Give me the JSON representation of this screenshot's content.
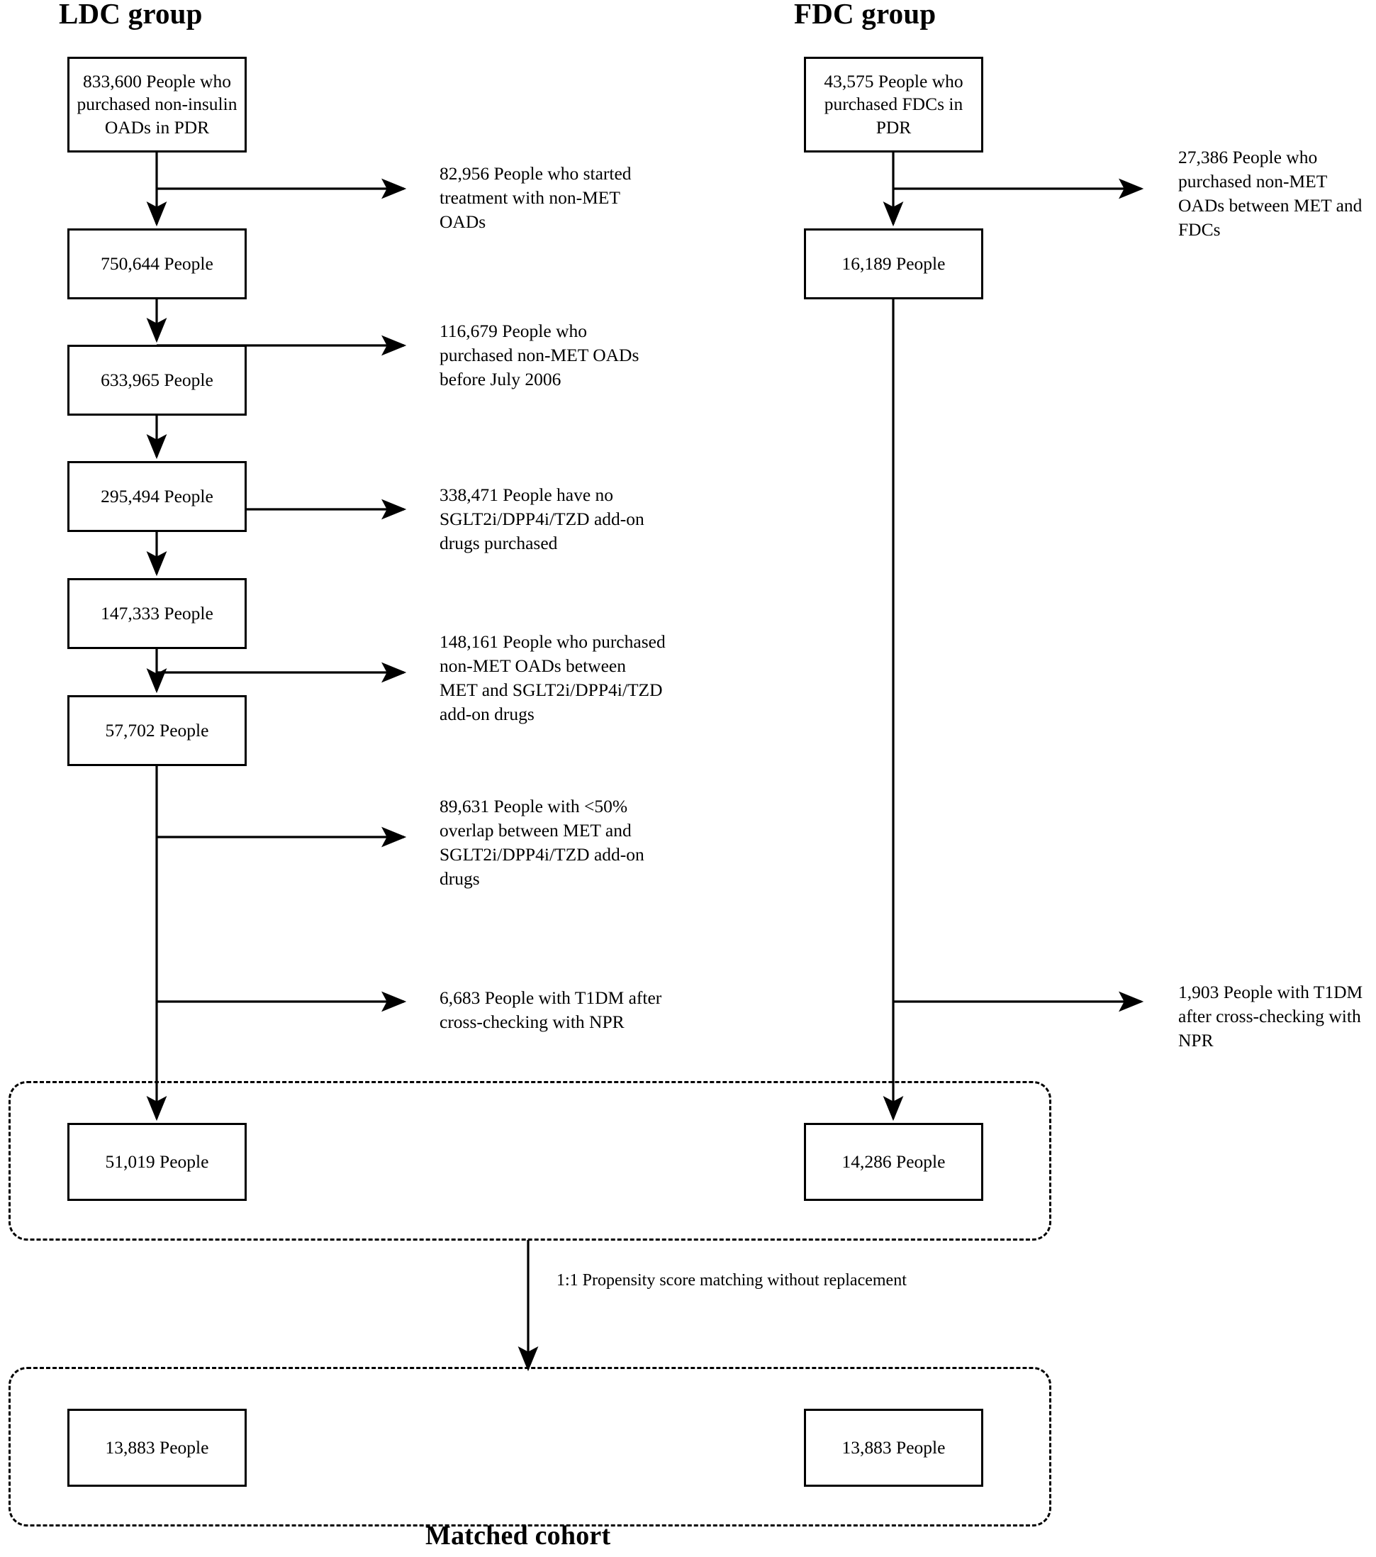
{
  "figure": {
    "type": "flowchart",
    "orientation": "two-column-parallel-cohort-flow"
  },
  "columns": {
    "left": {
      "header": "LDC group"
    },
    "right": {
      "header": "FDC group"
    }
  },
  "left_column": {
    "nodes": [
      {
        "id": "ldc-n1",
        "text": "833,600 People who purchased non-insulin OADs in PDR",
        "count": "833,600"
      },
      {
        "id": "ldc-n2",
        "text": "750,644 People",
        "count": "750,644"
      },
      {
        "id": "ldc-n3",
        "text": "633,965 People",
        "count": "633,965"
      },
      {
        "id": "ldc-n4",
        "text": "295,494 People",
        "count": "295,494"
      },
      {
        "id": "ldc-n5",
        "text": "147,333 People",
        "count": "147,333"
      },
      {
        "id": "ldc-n6",
        "text": "57,702 People",
        "count": "57,702"
      },
      {
        "id": "ldc-n7",
        "text": "51,019 People",
        "count": "51,019"
      },
      {
        "id": "ldc-n8",
        "text": "13,883 People",
        "count": "13,883"
      }
    ],
    "exclusions": [
      {
        "id": "ldc-x1",
        "text": "82,956 People who started treatment with non-MET OADs",
        "count": "82,956"
      },
      {
        "id": "ldc-x2",
        "text": "116,679 People who purchased non-MET OADs before July 2006",
        "count": "116,679"
      },
      {
        "id": "ldc-x3",
        "text": "338,471 People have no SGLT2i/DPP4i/TZD add-on drugs purchased",
        "count": "338,471"
      },
      {
        "id": "ldc-x4",
        "text": "148,161 People who purchased non-MET OADs between MET and SGLT2i/DPP4i/TZD add-on drugs",
        "count": "148,161"
      },
      {
        "id": "ldc-x5",
        "text": "89,631 People with <50% overlap between MET and SGLT2i/DPP4i/TZD add-on drugs",
        "count": "89,631"
      },
      {
        "id": "ldc-x6",
        "text": "6,683 People with T1DM after cross-checking with NPR",
        "count": "6,683"
      }
    ]
  },
  "right_column": {
    "nodes": [
      {
        "id": "fdc-n1",
        "text": "43,575 People who purchased FDCs in PDR",
        "count": "43,575"
      },
      {
        "id": "fdc-n2",
        "text": "16,189 People",
        "count": "16,189"
      },
      {
        "id": "fdc-n3",
        "text": "14,286 People",
        "count": "14,286"
      },
      {
        "id": "fdc-n4",
        "text": "13,883 People",
        "count": "13,883"
      }
    ],
    "exclusions": [
      {
        "id": "fdc-x1",
        "text": "27,386 People who purchased non-MET OADs between MET and FDCs",
        "count": "27,386"
      },
      {
        "id": "fdc-x2",
        "text": "1,903 People with T1DM after cross-checking with NPR",
        "count": "1,903"
      }
    ]
  },
  "annotations": {
    "matching_note": "1:1 Propensity score matching without replacement",
    "matched_cohort_label": "Matched cohort"
  },
  "colors": {
    "stroke": "#000000",
    "background": "#ffffff",
    "text": "#000000"
  }
}
